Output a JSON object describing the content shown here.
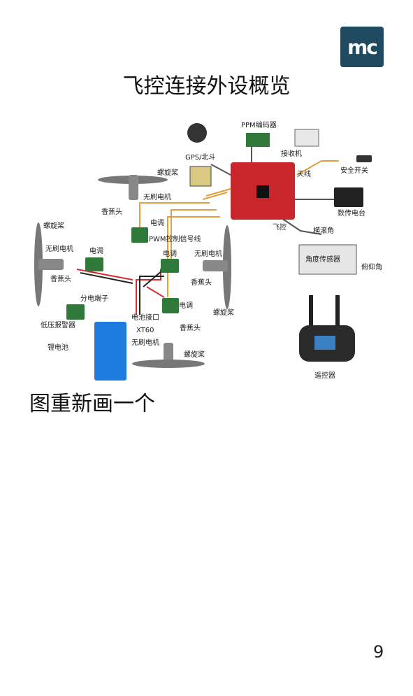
{
  "logo": {
    "text": "mc",
    "bg": "#1f4a5f"
  },
  "title": "飞控连接外设概览",
  "caption": "图重新画一个",
  "page_number": "9",
  "diagram": {
    "labels": {
      "ppm": "PPM编码器",
      "receiver": "接收机",
      "gps": "GPS/北斗",
      "antenna": "天线",
      "safety": "安全开关",
      "digital_radio": "数传电台",
      "fc": "飞控",
      "roll": "横滚角",
      "angle_sensor": "角度传感器",
      "pitch": "俯仰角",
      "remote": "遥控器",
      "prop_top": "螺旋桨",
      "motor_top": "无刷电机",
      "banana_top": "香蕉头",
      "esc_top": "电调",
      "pwm": "PWM控制信号线",
      "prop_left": "螺旋桨",
      "motor_left": "无刷电机",
      "esc_left": "电调",
      "banana_left": "香蕉头",
      "esc_right": "电调",
      "motor_right": "无刷电机",
      "banana_right": "香蕉头",
      "splitter": "分电端子",
      "battery_port": "电池接口",
      "xt60": "XT60",
      "esc_bottom": "电调",
      "banana_bottom": "香蕉头",
      "alarm": "低压报警器",
      "battery": "锂电池",
      "motor_bottom": "无刷电机",
      "prop_bottom": "螺旋桨",
      "prop_right": "螺旋桨"
    },
    "colors": {
      "fc": "#c8262b",
      "esc": "#2f7a3a",
      "battery": "#1e7be0",
      "wire_red": "#d03030",
      "wire_black": "#222222",
      "wire_orange": "#e0a040"
    }
  }
}
